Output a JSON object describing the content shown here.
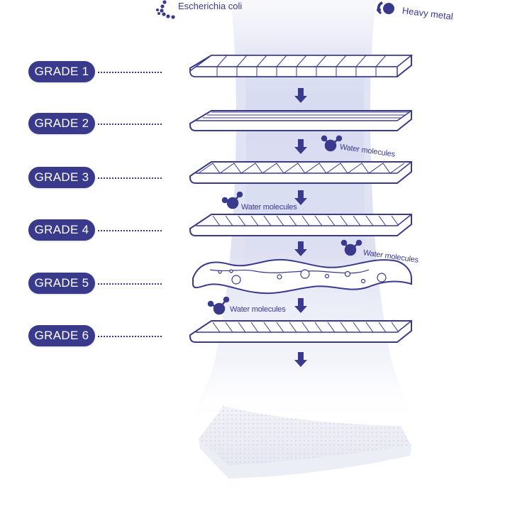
{
  "top_labels": {
    "bacteria": "Escherichia coli",
    "metal": "Heavy metal"
  },
  "grades": [
    {
      "label": "GRADE 1"
    },
    {
      "label": "GRADE 2"
    },
    {
      "label": "GRADE 3"
    },
    {
      "label": "GRADE 4"
    },
    {
      "label": "GRADE 5"
    },
    {
      "label": "GRADE 6"
    }
  ],
  "water_molecules": [
    {
      "label": "Water molecules"
    },
    {
      "label": "Water molecules"
    },
    {
      "label": "Water molecules"
    },
    {
      "label": "Water molecules"
    }
  ],
  "colors": {
    "primary": "#3a3a8c",
    "beam": "#dfe1f3",
    "background": "#ffffff"
  },
  "icons": {
    "bacteria": "bacteria-chain-icon",
    "metal": "heavy-metal-icon",
    "molecule": "water-molecule-icon",
    "arrow": "down-arrow-icon"
  }
}
